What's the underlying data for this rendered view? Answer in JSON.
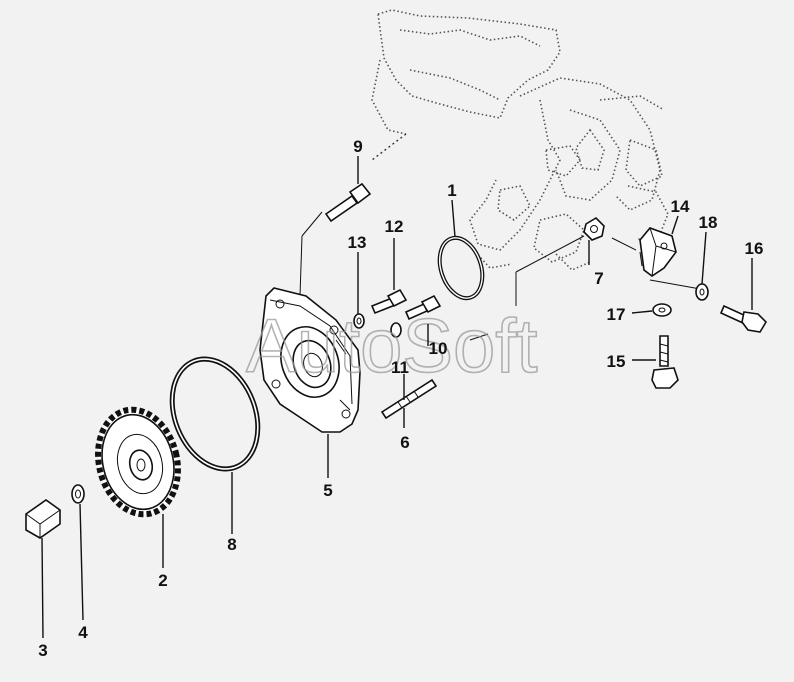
{
  "diagram": {
    "watermark": "AutoSoft",
    "callouts": [
      {
        "id": "c1",
        "text": "1"
      },
      {
        "id": "c2",
        "text": "2"
      },
      {
        "id": "c3",
        "text": "3"
      },
      {
        "id": "c4",
        "text": "4"
      },
      {
        "id": "c5",
        "text": "5"
      },
      {
        "id": "c6",
        "text": "6"
      },
      {
        "id": "c7",
        "text": "7"
      },
      {
        "id": "c8",
        "text": "8"
      },
      {
        "id": "c9",
        "text": "9"
      },
      {
        "id": "c10",
        "text": "10"
      },
      {
        "id": "c11",
        "text": "11"
      },
      {
        "id": "c12",
        "text": "12"
      },
      {
        "id": "c13",
        "text": "13"
      },
      {
        "id": "c14",
        "text": "14"
      },
      {
        "id": "c15",
        "text": "15"
      },
      {
        "id": "c16",
        "text": "16"
      },
      {
        "id": "c17",
        "text": "17"
      },
      {
        "id": "c18",
        "text": "18"
      }
    ]
  }
}
